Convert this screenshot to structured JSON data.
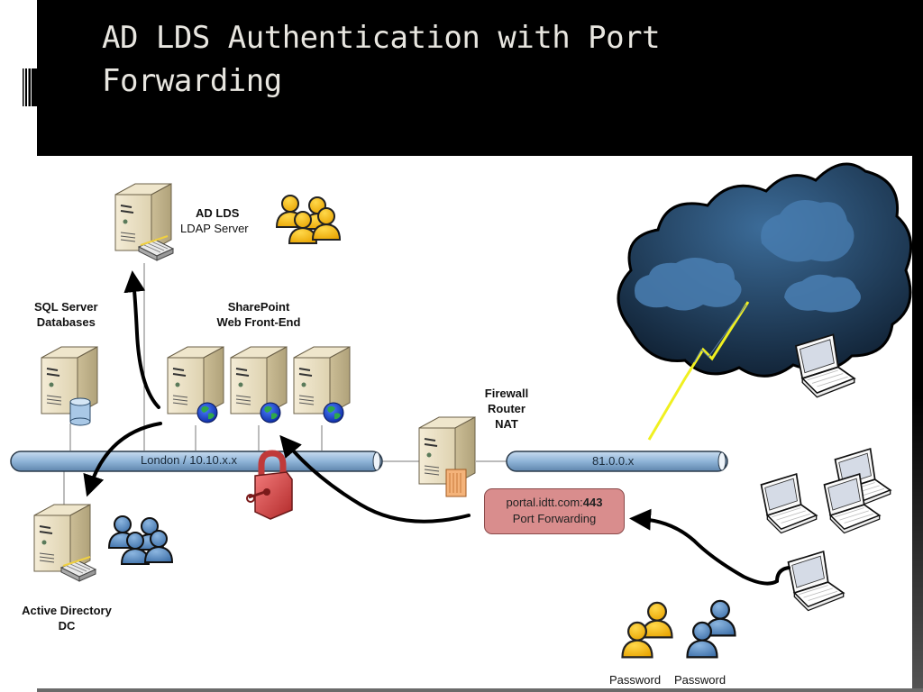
{
  "slide": {
    "title_line1": "AD LDS Authentication with Port",
    "title_line2": "Forwarding"
  },
  "nodes": {
    "adlds": {
      "title": "AD LDS",
      "subtitle": "LDAP Server"
    },
    "sql": {
      "line1": "SQL Server",
      "line2": "Databases"
    },
    "sharepoint": {
      "line1": "SharePoint",
      "line2": "Web Front-End"
    },
    "firewall": {
      "line1": "Firewall",
      "line2": "Router",
      "line3": "NAT"
    },
    "ad_dc": {
      "line1": "Active Directory",
      "line2": "DC"
    }
  },
  "networks": {
    "internal": "London / 10.10.x.x",
    "external": "81.0.0.x"
  },
  "port_forwarding": {
    "host": "portal.idtt.com:",
    "port": "443",
    "label": "Port Forwarding"
  },
  "users": {
    "label_yellow": "Password",
    "label_blue": "Password"
  },
  "icons": [
    "server-icon",
    "users-group-icon",
    "globe-icon",
    "database-icon",
    "padlock-icon",
    "cloud-icon",
    "lightning-icon",
    "laptop-icon",
    "firewall-icon"
  ],
  "colors": {
    "title_bg": "#000000",
    "pipe_fill": "#8fb4d8",
    "yellow_users": "#f5b800",
    "blue_users": "#4f86c0",
    "pf_box": "#d98d8d",
    "cloud": "#1f3f60"
  }
}
